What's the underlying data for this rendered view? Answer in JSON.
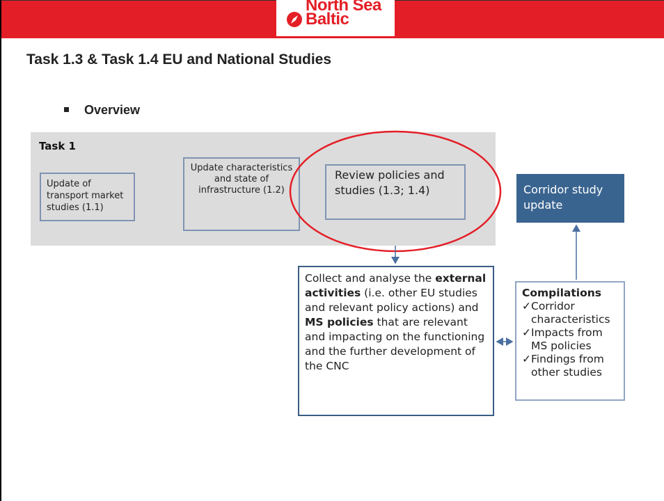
{
  "header": {
    "logo_line1": "North Sea",
    "logo_line2": "Baltic",
    "brand_color": "#e41e26"
  },
  "slide": {
    "title": "Task 1.3 & Task 1.4 EU and National Studies",
    "bullet": "Overview"
  },
  "diagram": {
    "task_group_label": "Task 1",
    "box_1_1": "Update of transport market studies (1.1)",
    "box_1_2": "Update characteristics and state of infrastructure (1.2)",
    "box_1_3": "Review policies and studies (1.3; 1.4)",
    "corridor_box": "Corridor study update",
    "collect_box": {
      "p1": "Collect and analyse the ",
      "b1": "external activities",
      "p2": " (i.e. other EU studies and relevant policy actions) and ",
      "b2": "MS policies",
      "p3": " that are relevant and impacting on the functioning and the further development of the CNC"
    },
    "compilations": {
      "heading": "Compilations",
      "check_glyph": "✓",
      "items": [
        "Corridor characteristics",
        "Impacts from MS policies",
        "Findings from other studies"
      ]
    },
    "colors": {
      "box_border": "#7f93b3",
      "dark_blue": "#3a6490",
      "highlight_ellipse": "#e41e26",
      "group_background": "#dcdcdc"
    }
  }
}
